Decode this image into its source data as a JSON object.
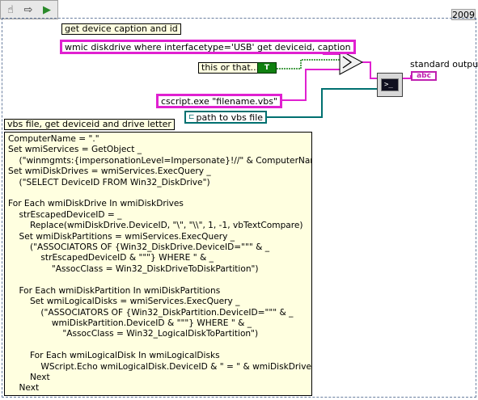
{
  "toolbar": {
    "items": [
      {
        "icon": "hand-icon",
        "glyph": "☝"
      },
      {
        "icon": "arrow-icon",
        "glyph": "⇨"
      },
      {
        "icon": "run-icon",
        "glyph": "▶"
      }
    ]
  },
  "version_label": "2009",
  "labels": {
    "device_caption": "get device caption and id",
    "vbs_label": "vbs file, get deviceid and drive letter",
    "this_or_that": "this or that...",
    "standard_output": "standard output"
  },
  "constants": {
    "wmic_command": "wmic diskdrive where interfacetype='USB' get deviceid, caption",
    "cscript_command": "cscript.exe \"filename.vbs\"",
    "path_to_vbs": "path to vbs file",
    "bool_value": "T",
    "indicator_type": "abc"
  },
  "code": "ComputerName = \".\"\nSet wmiServices = GetObject _\n    (\"winmgmts:{impersonationLevel=Impersonate}!//\" & ComputerName)\nSet wmiDiskDrives = wmiServices.ExecQuery _\n    (\"SELECT DeviceID FROM Win32_DiskDrive\")\n\nFor Each wmiDiskDrive In wmiDiskDrives\n    strEscapedDeviceID = _\n        Replace(wmiDiskDrive.DeviceID, \"\\\", \"\\\\\", 1, -1, vbTextCompare)\n    Set wmiDiskPartitions = wmiServices.ExecQuery _\n        (\"ASSOCIATORS OF {Win32_DiskDrive.DeviceID=\"\"\" & _\n            strEscapedDeviceID & \"\"\"} WHERE \" & _\n                \"AssocClass = Win32_DiskDriveToDiskPartition\")\n\n    For Each wmiDiskPartition In wmiDiskPartitions\n        Set wmiLogicalDisks = wmiServices.ExecQuery _\n            (\"ASSOCIATORS OF {Win32_DiskPartition.DeviceID=\"\"\" & _\n                wmiDiskPartition.DeviceID & \"\"\"} WHERE \" & _\n                    \"AssocClass = Win32_LogicalDiskToPartition\")\n\n        For Each wmiLogicalDisk In wmiLogicalDisks\n            WScript.Echo wmiLogicalDisk.DeviceID & \" = \" & wmiDiskDrive.DeviceID\n        Next\n    Next\nNext",
  "colors": {
    "string_wire": "#e020d0",
    "path_wire": "#007070",
    "bool_wire": "#108010"
  }
}
